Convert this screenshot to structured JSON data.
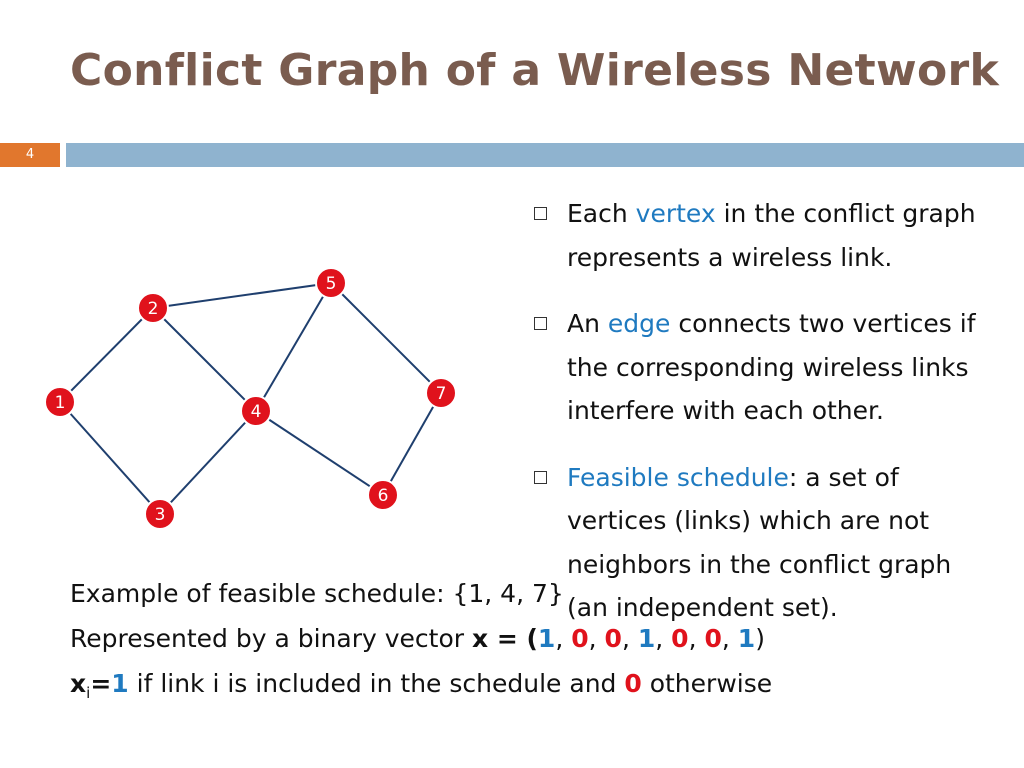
{
  "slide": {
    "title": "Conflict Graph of a Wireless Network",
    "page_number": "4"
  },
  "graph": {
    "nodes": [
      "1",
      "2",
      "3",
      "4",
      "5",
      "6",
      "7"
    ],
    "edges": [
      [
        "1",
        "2"
      ],
      [
        "1",
        "3"
      ],
      [
        "2",
        "4"
      ],
      [
        "2",
        "5"
      ],
      [
        "3",
        "4"
      ],
      [
        "4",
        "5"
      ],
      [
        "4",
        "6"
      ],
      [
        "5",
        "7"
      ],
      [
        "6",
        "7"
      ]
    ],
    "node_color": "#e0121c",
    "edge_color": "#1f3f6e"
  },
  "bullets": [
    {
      "pre": "Each ",
      "highlight": "vertex",
      "post": " in the conflict graph represents a wireless link."
    },
    {
      "pre": "An ",
      "highlight": "edge",
      "post": " connects two vertices if the corresponding wireless links interfere with each other."
    },
    {
      "pre": "",
      "highlight": "Feasible schedule",
      "post": ": a set of vertices (links) which are not neighbors in the conflict graph (an independent set)."
    }
  ],
  "example": {
    "line1": "Example of feasible schedule: {1, 4, 7}",
    "line2_text": "Represented by a binary vector ",
    "vector_var": "x",
    "equals_open": " = (",
    "vector": [
      "1",
      "0",
      "0",
      "1",
      "0",
      "0",
      "1"
    ],
    "close": ")",
    "line3_var": "x",
    "line3_sub": "i",
    "line3_eq": "=",
    "line3_one": "1",
    "line3_mid": " if link i is included in the schedule and ",
    "line3_zero": "0",
    "line3_end": " otherwise"
  },
  "colors": {
    "title": "#7a5c4f",
    "accent_orange": "#e1772d",
    "band_blue": "#8fb3cf",
    "highlight_blue": "#1f7ac0",
    "red": "#e0121c"
  }
}
